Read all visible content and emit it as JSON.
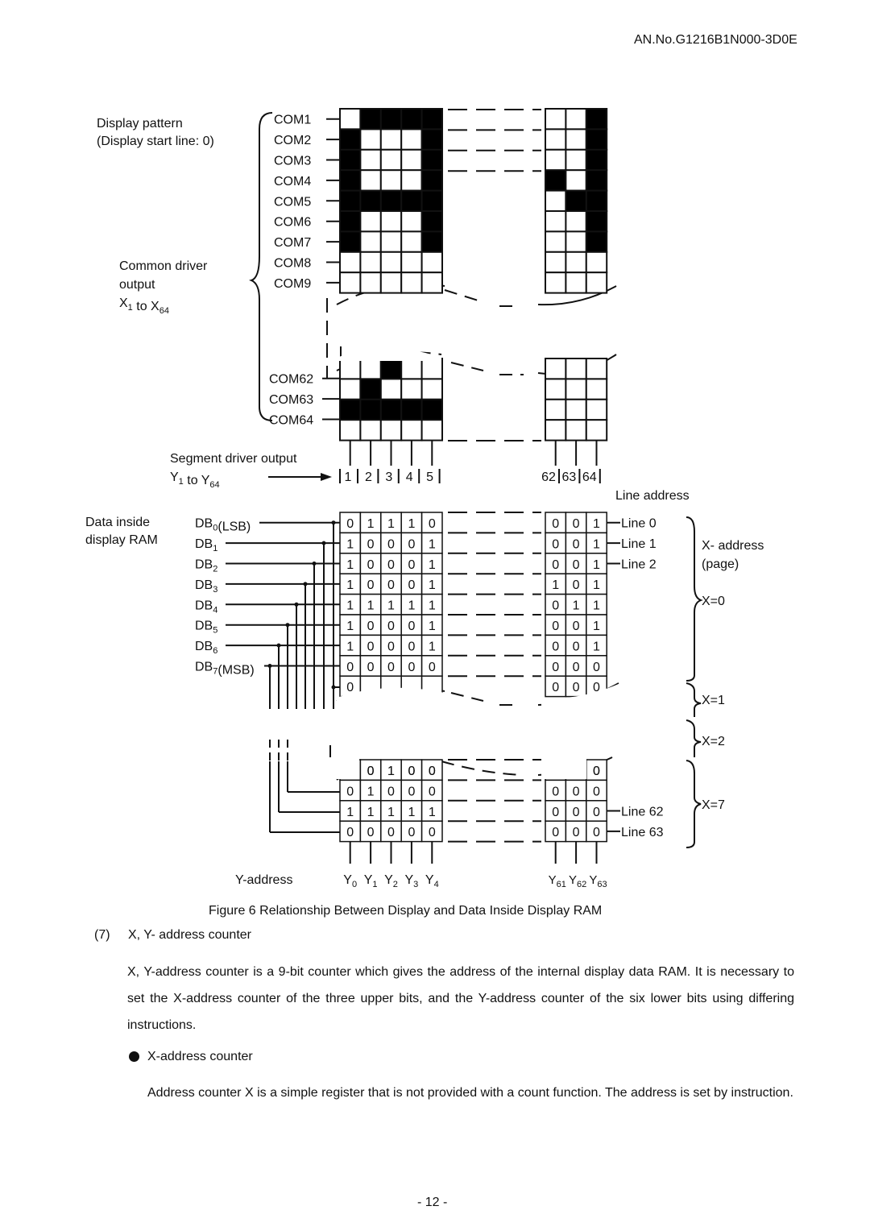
{
  "header": {
    "doc_number": "AN.No.G1216B1N000-3D0E"
  },
  "figure": {
    "display_pattern_label": [
      "Display pattern",
      "(Display start line: 0)"
    ],
    "common_driver_label": [
      "Common driver",
      "output",
      "X1 to  X64"
    ],
    "com_labels_top": [
      "COM1",
      "COM2",
      "COM3",
      "COM4",
      "COM5",
      "COM6",
      "COM7",
      "COM8",
      "COM9"
    ],
    "com_labels_bottom": [
      "COM62",
      "COM63",
      "COM64"
    ],
    "segment_label": [
      "Segment driver output",
      "Y1 to Y64"
    ],
    "segment_numbers_left": [
      "1",
      "2",
      "3",
      "4",
      "5"
    ],
    "segment_numbers_right": [
      "62",
      "63",
      "64"
    ],
    "pattern_top_left": [
      [
        0,
        1,
        1,
        1,
        1
      ],
      [
        1,
        0,
        0,
        0,
        1
      ],
      [
        1,
        0,
        0,
        0,
        1
      ],
      [
        1,
        0,
        0,
        0,
        1
      ],
      [
        1,
        1,
        1,
        1,
        1
      ],
      [
        1,
        0,
        0,
        0,
        1
      ],
      [
        1,
        0,
        0,
        0,
        1
      ],
      [
        0,
        0,
        0,
        0,
        0
      ],
      [
        0,
        0,
        0,
        0,
        0
      ]
    ],
    "pattern_top_right": [
      [
        0,
        0,
        1
      ],
      [
        0,
        0,
        1
      ],
      [
        0,
        0,
        1
      ],
      [
        1,
        0,
        1
      ],
      [
        0,
        1,
        1
      ],
      [
        0,
        0,
        1
      ],
      [
        0,
        0,
        1
      ],
      [
        0,
        0,
        0
      ],
      [
        0,
        0,
        0
      ]
    ],
    "pattern_bottom_left": [
      [
        0,
        0,
        1,
        0,
        0
      ],
      [
        0,
        1,
        0,
        0,
        0
      ],
      [
        1,
        1,
        1,
        1,
        1
      ],
      [
        0,
        0,
        0,
        0,
        0
      ]
    ],
    "pattern_bottom_right": [
      [
        0,
        0,
        0
      ],
      [
        0,
        0,
        0
      ],
      [
        0,
        0,
        0
      ],
      [
        0,
        0,
        0
      ]
    ],
    "data_ram_label": [
      "Data inside",
      "display RAM"
    ],
    "db_labels": [
      "DB0(LSB)",
      "DB1",
      "DB2",
      "DB3",
      "DB4",
      "DB5",
      "DB6",
      "DB7(MSB)"
    ],
    "line_address_label": "Line address",
    "ram_top_left": [
      [
        "0",
        "1",
        "1",
        "1",
        "0"
      ],
      [
        "1",
        "0",
        "0",
        "0",
        "1"
      ],
      [
        "1",
        "0",
        "0",
        "0",
        "1"
      ],
      [
        "1",
        "0",
        "0",
        "0",
        "1"
      ],
      [
        "1",
        "1",
        "1",
        "1",
        "1"
      ],
      [
        "1",
        "0",
        "0",
        "0",
        "1"
      ],
      [
        "1",
        "0",
        "0",
        "0",
        "1"
      ],
      [
        "0",
        "0",
        "0",
        "0",
        "0"
      ],
      [
        "0",
        "",
        "",
        "",
        ""
      ]
    ],
    "ram_top_right": [
      [
        "0",
        "0",
        "1"
      ],
      [
        "0",
        "0",
        "1"
      ],
      [
        "0",
        "0",
        "1"
      ],
      [
        "1",
        "0",
        "1"
      ],
      [
        "0",
        "1",
        "1"
      ],
      [
        "0",
        "0",
        "1"
      ],
      [
        "0",
        "0",
        "1"
      ],
      [
        "0",
        "0",
        "0"
      ],
      [
        "0",
        "0",
        "0"
      ]
    ],
    "ram_bottom_left": [
      [
        "",
        "0",
        "1",
        "0",
        "0"
      ],
      [
        "0",
        "1",
        "0",
        "0",
        "0"
      ],
      [
        "1",
        "1",
        "1",
        "1",
        "1"
      ],
      [
        "0",
        "0",
        "0",
        "0",
        "0"
      ]
    ],
    "ram_bottom_right": [
      [
        "",
        "",
        "0"
      ],
      [
        "0",
        "0",
        "0"
      ],
      [
        "0",
        "0",
        "0"
      ],
      [
        "0",
        "0",
        "0"
      ]
    ],
    "line_labels_top": [
      "Line 0",
      "Line 1",
      "Line 2"
    ],
    "line_labels_bottom": [
      "Line 62",
      "Line 63"
    ],
    "x_address_label": [
      "X- address",
      "(page)"
    ],
    "x_values": [
      "X=0",
      "X=1",
      "X=2",
      "X=7"
    ],
    "y_address_label": "Y-address",
    "y_labels_left": [
      "Y0",
      "Y1",
      "Y2",
      "Y3",
      "Y4"
    ],
    "y_labels_right": [
      "Y61",
      "Y62",
      "Y63"
    ],
    "caption": "Figure 6  Relationship Between Display and Data Inside Display RAM"
  },
  "section": {
    "number": "(7)",
    "title": "X, Y- address counter",
    "paragraph": "X, Y-address counter is a 9-bit counter which gives the address of the internal display data RAM.  It is necessary to set the X-address counter of the three upper bits, and the Y-address counter of the six lower bits using differing instructions.",
    "bullet_title": "X-address counter",
    "bullet_paragraph": "Address counter X is a simple register that is not provided with a count function.  The address is set by instruction."
  },
  "footer": {
    "page_number": "- 12 -"
  }
}
